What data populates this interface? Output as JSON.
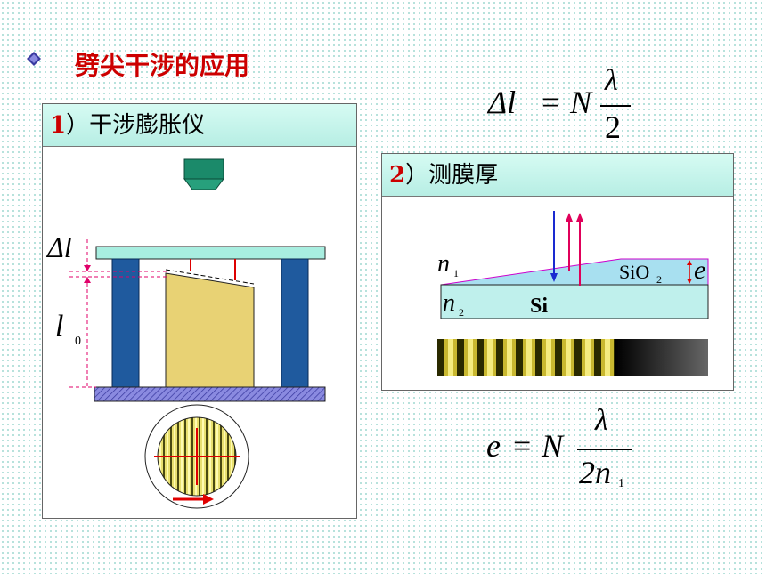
{
  "title": "劈尖干涉的应用",
  "formula_top": {
    "lhs": "Δl",
    "eq": "=",
    "n": "N",
    "num": "λ",
    "den": "2"
  },
  "panel1": {
    "num": "1",
    "label": "）干涉膨胀仪",
    "delta_l": "Δl",
    "l": "l",
    "l_sub": "0"
  },
  "panel2": {
    "num": "2",
    "label": "）测膜厚",
    "n1": "n",
    "n1_sub": "1",
    "n2": "n",
    "n2_sub": "2",
    "si": "Si",
    "sio2": "SiO",
    "sio2_sub": "2",
    "e": "e"
  },
  "formula_bottom": {
    "lhs": "e",
    "eq": "=",
    "n": "N",
    "num": "λ",
    "den": "2n",
    "den_sub": "1"
  },
  "colors": {
    "title": "#cc0000",
    "header_bg": "#c8f5ec",
    "plate": "#a8eee0",
    "pillar": "#1f5a9e",
    "sample": "#e8d274"
  },
  "icons": [
    "diamond-bullet-icon",
    "microscope-objective-icon",
    "rotation-arrow-icon"
  ]
}
